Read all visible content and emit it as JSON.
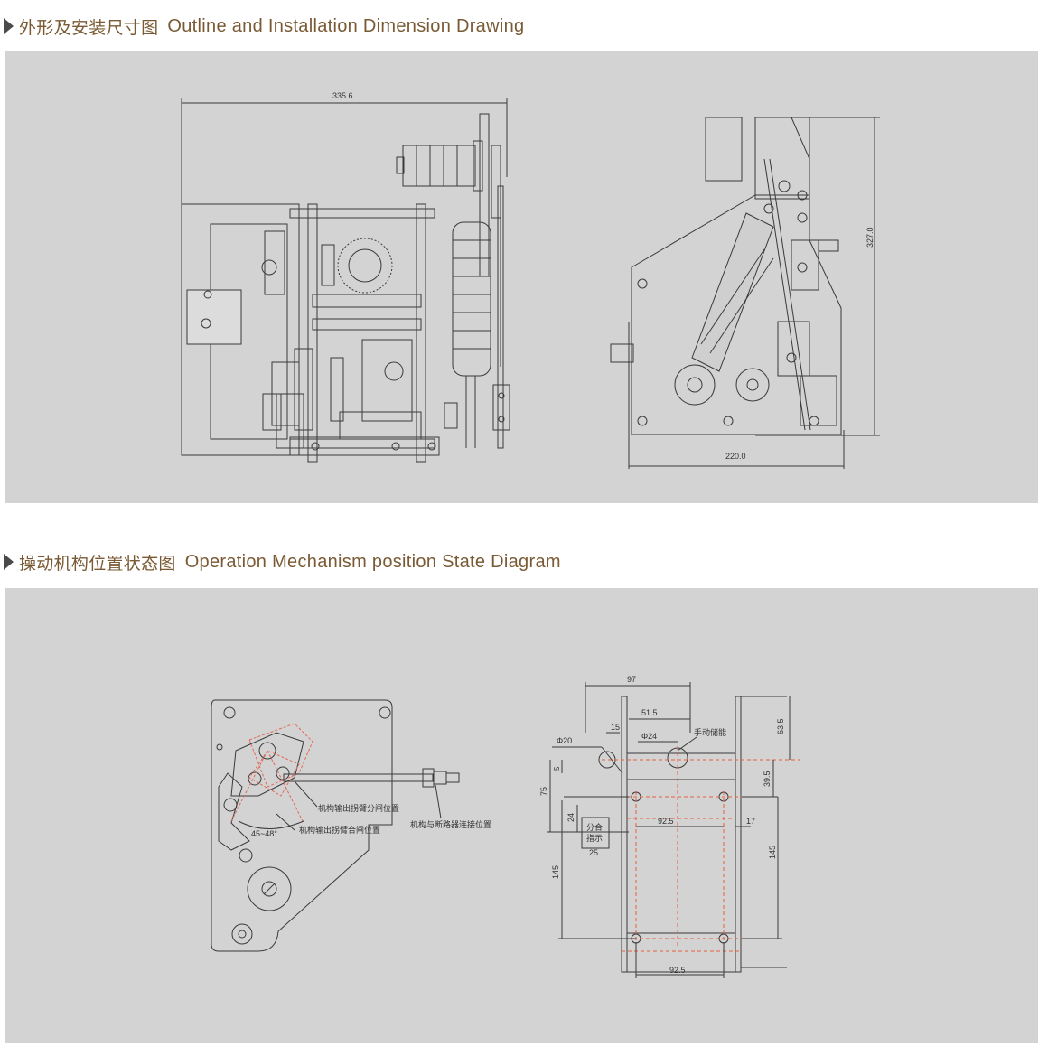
{
  "section1": {
    "title_zh": "外形及安装尺寸图",
    "title_en": "Outline and Installation Dimension Drawing"
  },
  "section2": {
    "title_zh": "操动机构位置状态图",
    "title_en": "Operation Mechanism position State Diagram"
  },
  "outline": {
    "front_width": "335.6",
    "side_height": "327.0",
    "side_width": "220.0"
  },
  "mechanism": {
    "angle_label": "45~48°",
    "label_open": "机构输出拐臂分闸位置",
    "label_close": "机构输出拐臂合闸位置",
    "label_connect": "机构与断路器连接位置"
  },
  "mounting": {
    "dim_97": "97",
    "dim_51_5": "51.5",
    "dim_15": "15",
    "dim_phi20": "Φ20",
    "dim_phi24": "Φ24",
    "label_manual": "手动储能",
    "dim_63_5": "63.5",
    "dim_39_5": "39.5",
    "dim_5": "5",
    "dim_75": "75",
    "dim_24": "24",
    "indicator_line1": "分合",
    "indicator_line2": "指示",
    "dim_25": "25",
    "dim_92_5_mid": "92.5",
    "dim_17": "17",
    "dim_145_left": "145",
    "dim_145_right": "145",
    "dim_92_5_bottom": "92.5"
  },
  "colors": {
    "title": "#7a5a34",
    "panel": "#d3d3d3",
    "line": "#2f2f2f",
    "red_dash": "#e8603c"
  }
}
